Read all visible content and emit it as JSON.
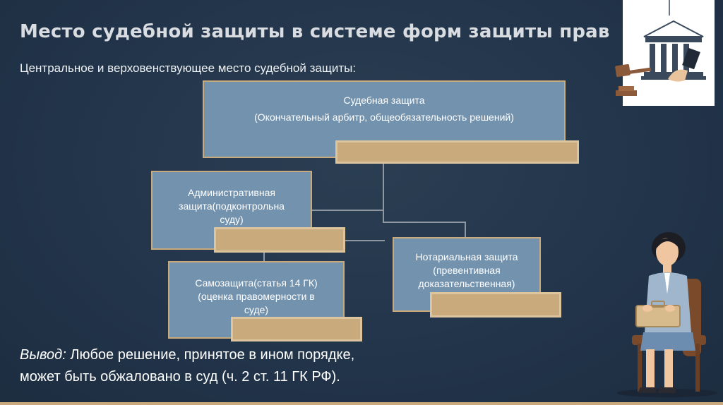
{
  "slide": {
    "title": "Место судебной защиты в системе форм защиты прав",
    "subtitle": "Центральное и верховенствующее место судебной защиты:"
  },
  "diagram": {
    "judicial": {
      "line1": "Судебная защита",
      "line2": "(Окончательный арбитр, общеобязательность решений)"
    },
    "administrative": {
      "line1": "Административная",
      "line2": "защита(подконтрольна",
      "line3": "суду)"
    },
    "notarial": {
      "line1": "Нотариальная защита",
      "line2": "(превентивная",
      "line3": "доказательственная)"
    },
    "self_defense": {
      "line1": "Самозащита(статья 14 ГК)",
      "line2": "(оценка правомерности в",
      "line3": "суде)"
    }
  },
  "conclusion": {
    "lead": "Вывод:",
    "line1": " Любое решение, принятое в ином порядке,",
    "line2": "может быть обжаловано в суд (ч. 2 ст. 11 ГК РФ)."
  },
  "colors": {
    "background": "#22344a",
    "box_fill": "#7392ad",
    "accent_gold": "#c8aa7d",
    "title": "#d9dde2",
    "text": "#ffffff"
  },
  "icons": [
    "courthouse-icon",
    "gavel-icon",
    "person-illustration"
  ]
}
